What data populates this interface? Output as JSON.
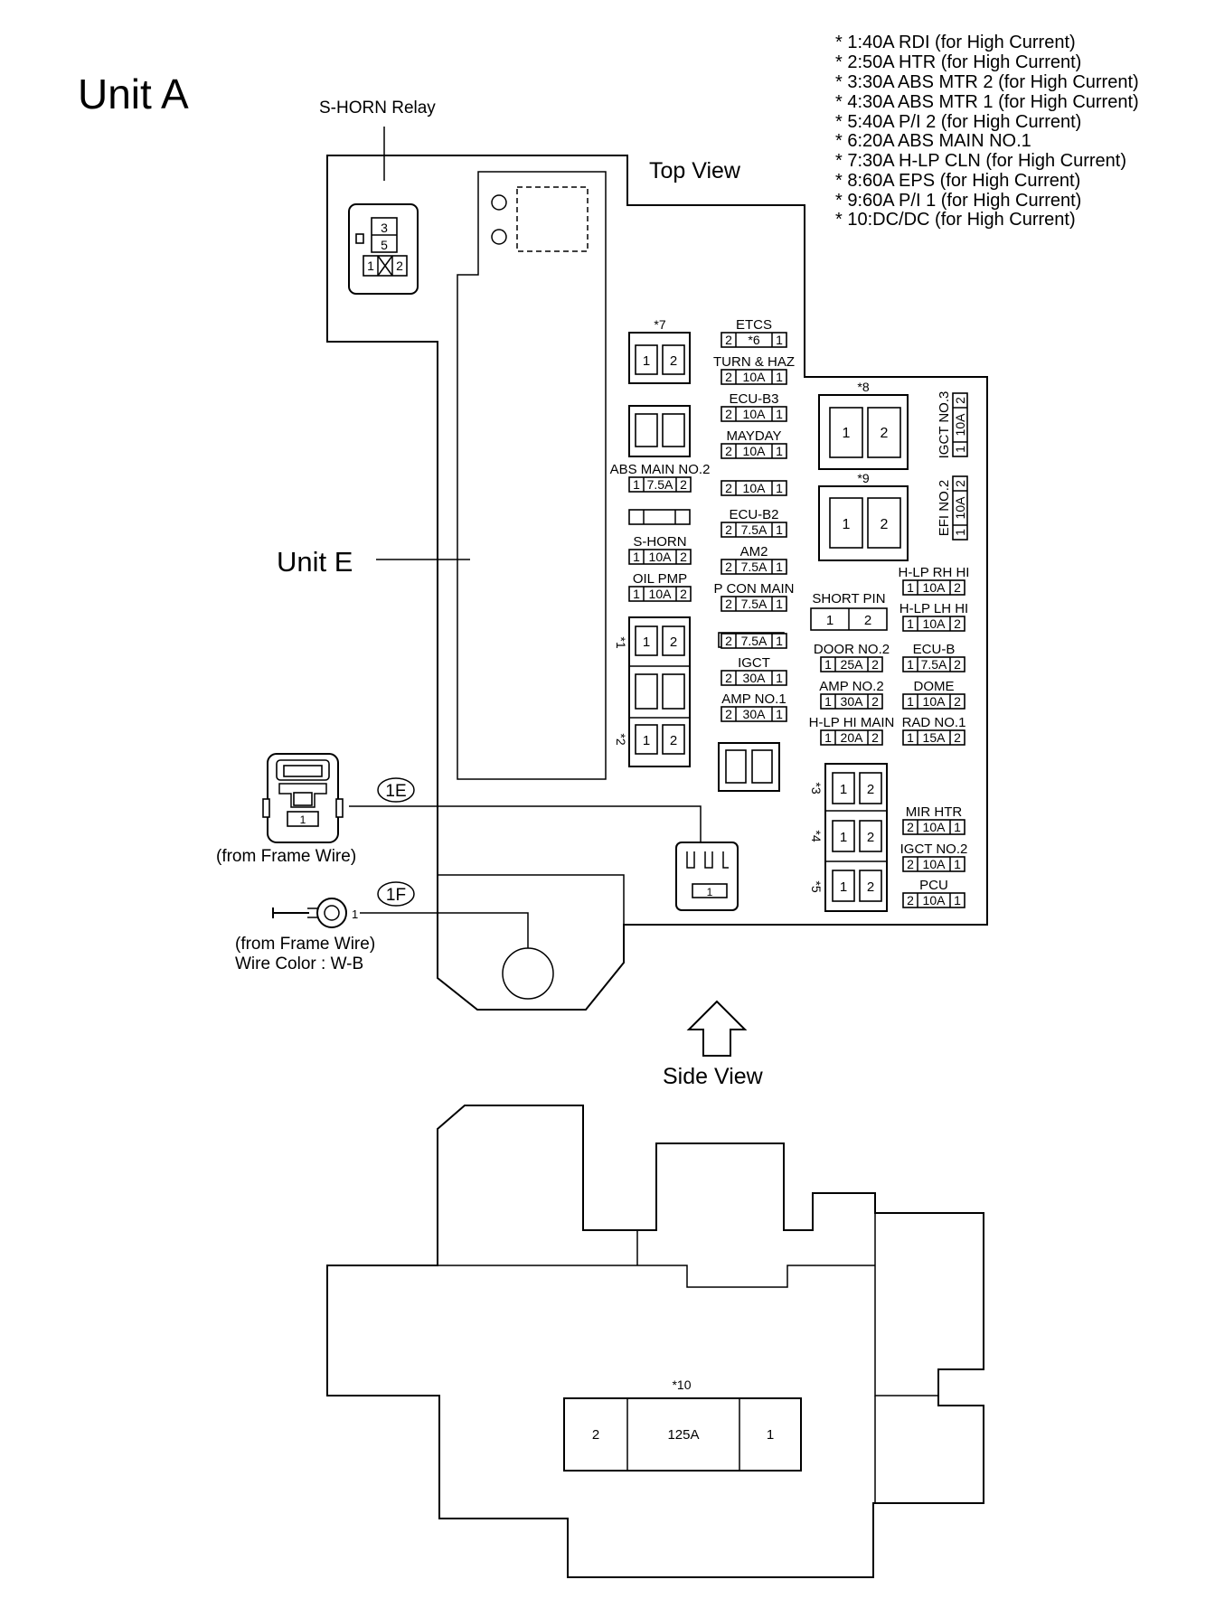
{
  "title": "Unit A",
  "subtitle_unit_e": "Unit E",
  "relay_label": "S-HORN Relay",
  "relay_pins": [
    "3",
    "5",
    "1",
    "2"
  ],
  "top_view_label": "Top View",
  "side_view_label": "Side View",
  "legend": [
    "* 1:40A RDI (for High Current)",
    "* 2:50A HTR (for High Current)",
    "* 3:30A ABS MTR 2 (for High Current)",
    "* 4:30A ABS MTR 1 (for High Current)",
    "* 5:40A P/I 2 (for High Current)",
    "* 6:20A ABS MAIN NO.1",
    "* 7:30A H-LP CLN (for High Current)",
    "* 8:60A EPS (for High Current)",
    "* 9:60A P/I 1 (for High Current)",
    "* 10:DC/DC (for High Current)"
  ],
  "connectors": {
    "c1e": {
      "id": "1E",
      "source": "(from Frame Wire)",
      "pin": "1"
    },
    "c1f": {
      "id": "1F",
      "source": "(from Frame Wire)",
      "wire_color": "Wire Color : W-B",
      "pin": "1"
    }
  },
  "fuses_center": [
    {
      "label": "ETCS",
      "left": "2",
      "value": "*6",
      "right": "1"
    },
    {
      "label": "TURN & HAZ",
      "left": "2",
      "value": "10A",
      "right": "1"
    },
    {
      "label": "ECU-B3",
      "left": "2",
      "value": "10A",
      "right": "1"
    },
    {
      "label": "MAYDAY",
      "left": "2",
      "value": "10A",
      "right": "1"
    },
    {
      "label": "",
      "left": "2",
      "value": "10A",
      "right": "1"
    },
    {
      "label": "ECU-B2",
      "left": "2",
      "value": "7.5A",
      "right": "1"
    },
    {
      "label": "AM2",
      "left": "2",
      "value": "7.5A",
      "right": "1"
    },
    {
      "label": "P CON MAIN",
      "left": "2",
      "value": "7.5A",
      "right": "1"
    },
    {
      "label": "",
      "left": "2",
      "value": "7.5A",
      "right": "1"
    },
    {
      "label": "IGCT",
      "left": "2",
      "value": "30A",
      "right": "1"
    },
    {
      "label": "AMP NO.1",
      "left": "2",
      "value": "30A",
      "right": "1"
    }
  ],
  "fuses_left": [
    {
      "label": "ABS MAIN NO.2",
      "left": "1",
      "value": "7.5A",
      "right": "2"
    },
    {
      "label": "S-HORN",
      "left": "1",
      "value": "10A",
      "right": "2"
    },
    {
      "label": "OIL PMP",
      "left": "1",
      "value": "10A",
      "right": "2"
    }
  ],
  "fuses_right_col1": [
    {
      "label": "DOOR NO.2",
      "left": "1",
      "value": "25A",
      "right": "2"
    },
    {
      "label": "AMP NO.2",
      "left": "1",
      "value": "30A",
      "right": "2"
    },
    {
      "label": "H-LP HI MAIN",
      "left": "1",
      "value": "20A",
      "right": "2"
    }
  ],
  "fuses_right_col2": [
    {
      "label": "H-LP RH HI",
      "left": "1",
      "value": "10A",
      "right": "2"
    },
    {
      "label": "H-LP LH HI",
      "left": "1",
      "value": "10A",
      "right": "2"
    },
    {
      "label": "ECU-B",
      "left": "1",
      "value": "7.5A",
      "right": "2"
    },
    {
      "label": "DOME",
      "left": "1",
      "value": "10A",
      "right": "2"
    },
    {
      "label": "RAD NO.1",
      "left": "1",
      "value": "15A",
      "right": "2"
    }
  ],
  "fuses_bottom_right": [
    {
      "label": "MIR HTR",
      "left": "2",
      "value": "10A",
      "right": "1"
    },
    {
      "label": "IGCT NO.2",
      "left": "2",
      "value": "10A",
      "right": "1"
    },
    {
      "label": "PCU",
      "left": "2",
      "value": "10A",
      "right": "1"
    }
  ],
  "fuses_vertical": [
    {
      "label": "IGCT NO.3",
      "left": "1",
      "value": "10A",
      "right": "2"
    },
    {
      "label": "EFI NO.2",
      "left": "1",
      "value": "10A",
      "right": "2"
    }
  ],
  "short_pin": {
    "label": "SHORT PIN",
    "left": "1",
    "right": "2"
  },
  "big_fuses": [
    {
      "tag": "*7",
      "left": "1",
      "right": "2"
    },
    {
      "tag": "*8",
      "left": "1",
      "right": "2"
    },
    {
      "tag": "*9",
      "left": "1",
      "right": "2"
    },
    {
      "tag": "*1",
      "left": "1",
      "right": "2"
    },
    {
      "tag": "*2",
      "left": "1",
      "right": "2"
    },
    {
      "tag": "*3",
      "left": "1",
      "right": "2"
    },
    {
      "tag": "*4",
      "left": "1",
      "right": "2"
    },
    {
      "tag": "*5",
      "left": "1",
      "right": "2"
    }
  ],
  "side_fuse": {
    "tag": "*10",
    "left": "2",
    "value": "125A",
    "right": "1"
  }
}
